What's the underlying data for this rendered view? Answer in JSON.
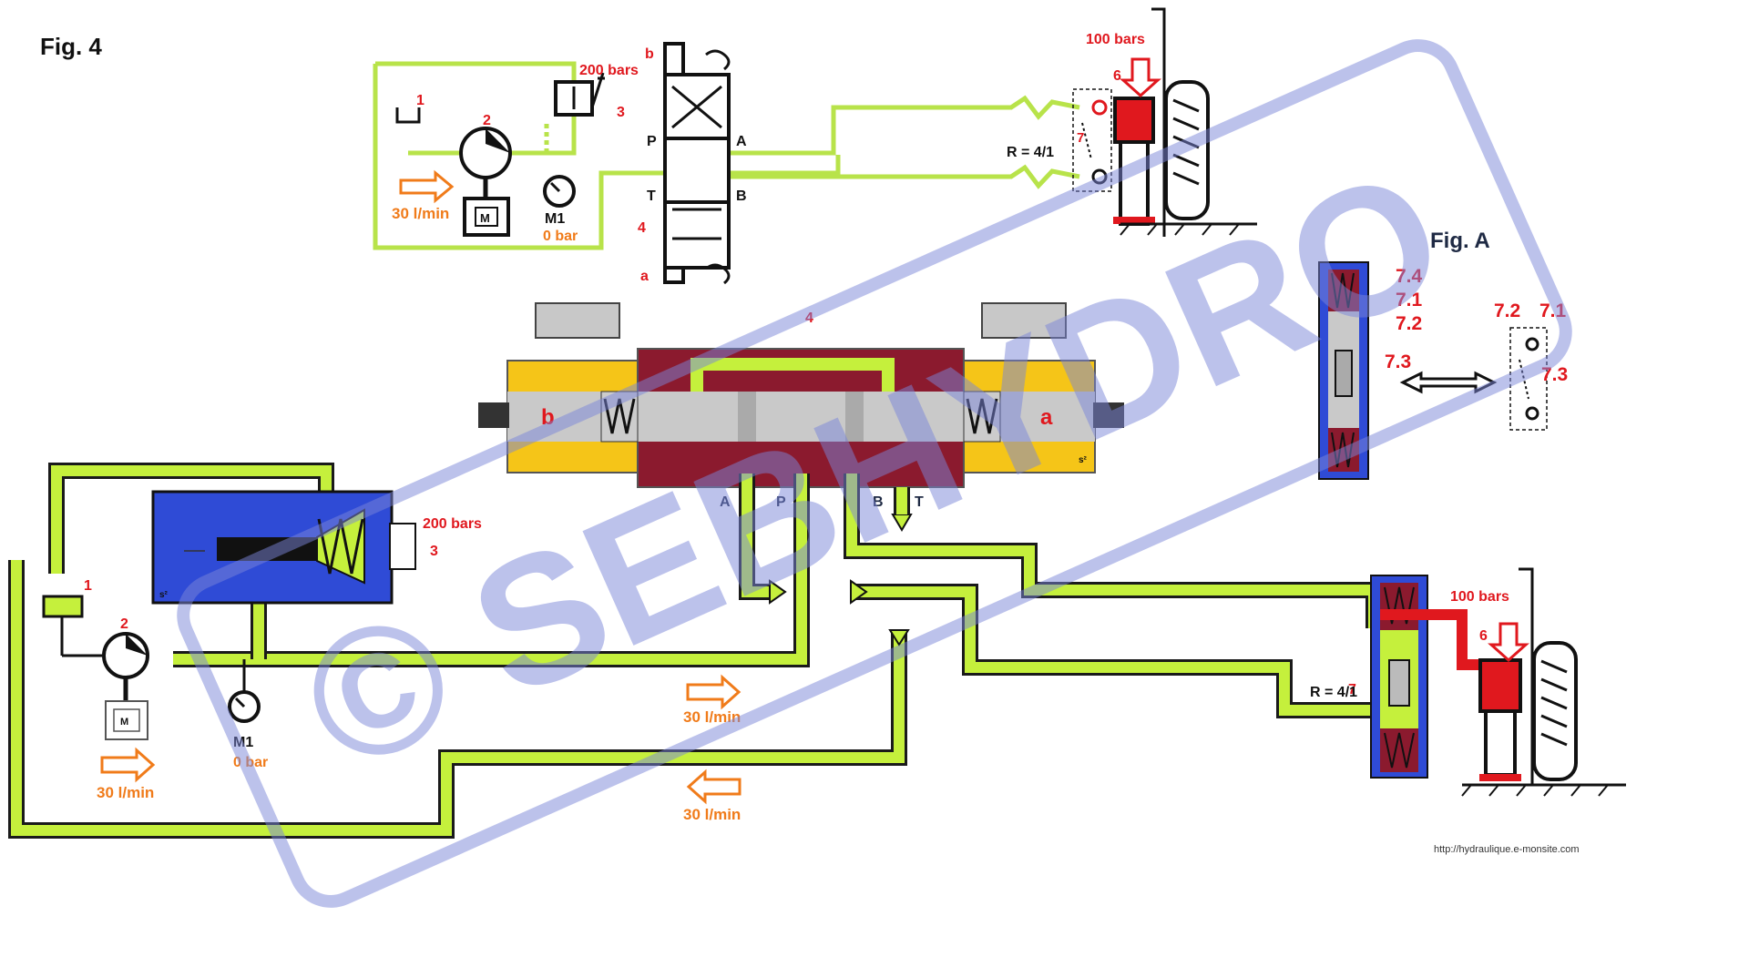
{
  "figure_label": "Fig. 4",
  "fig_a_label": "Fig. A",
  "watermark": "© SEBHYDRO",
  "source_url": "http://hydraulique.e-monsite.com",
  "colors": {
    "pipe_green": "#c5f03c",
    "pressure_red": "#e0181e",
    "flow_orange": "#f07b1a",
    "valve_body": "#8b1a2e",
    "solenoid_yellow": "#f5c518",
    "relief_blue": "#2f4bd6",
    "watermark_blue": "#7b86d9"
  },
  "schematic": {
    "tank_num": "1",
    "pump_num": "2",
    "relief_pressure": "200 bars",
    "relief_num": "3",
    "flow": "30 l/min",
    "gauge_name": "M1",
    "gauge_value": "0 bar",
    "valve_num": "4",
    "port_p": "P",
    "port_t": "T",
    "port_a": "A",
    "port_b": "B",
    "solenoid_a": "a",
    "solenoid_b": "b",
    "load_pressure": "100 bars",
    "cylinder_num": "6",
    "pilot_num": "7",
    "ratio": "R = 4/1",
    "motor": "M"
  },
  "cutaway": {
    "valve_num": "4",
    "solenoid_b": "b",
    "solenoid_a": "a",
    "port_a": "A",
    "port_p": "P",
    "port_b": "B",
    "port_t": "T",
    "small_s2": "s²",
    "tank_num": "1",
    "pump_num": "2",
    "relief_pressure": "200 bars",
    "relief_num": "3",
    "flow_pump": "30 l/min",
    "flow_a": "30 l/min",
    "flow_return": "30 l/min",
    "gauge_name": "M1",
    "gauge_value": "0 bar",
    "motor": "M",
    "load_pressure": "100 bars",
    "cylinder_num": "6",
    "pilot_num": "7",
    "ratio": "R = 4/1"
  },
  "fig_a": {
    "labels": [
      "7.4",
      "7.1",
      "7.2",
      "7.3"
    ],
    "symbol_labels": [
      "7.2",
      "7.1",
      "7.3"
    ]
  }
}
